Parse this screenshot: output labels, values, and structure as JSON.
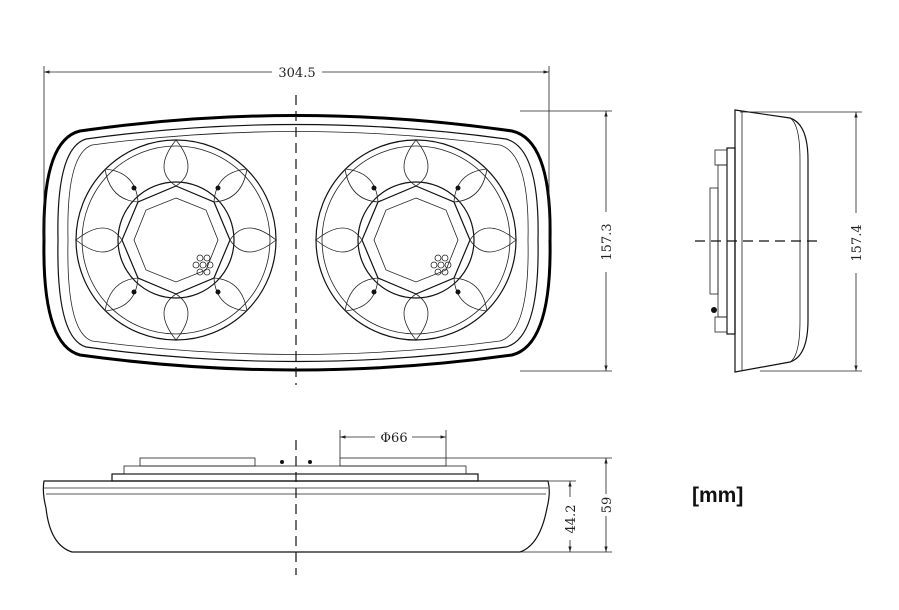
{
  "dimensions": {
    "width": "304.5",
    "height_front": "157.3",
    "height_side": "157.4",
    "diameter": "Φ66",
    "height_lower": "44.2",
    "height_total": "59"
  },
  "unit_label": "[mm]"
}
